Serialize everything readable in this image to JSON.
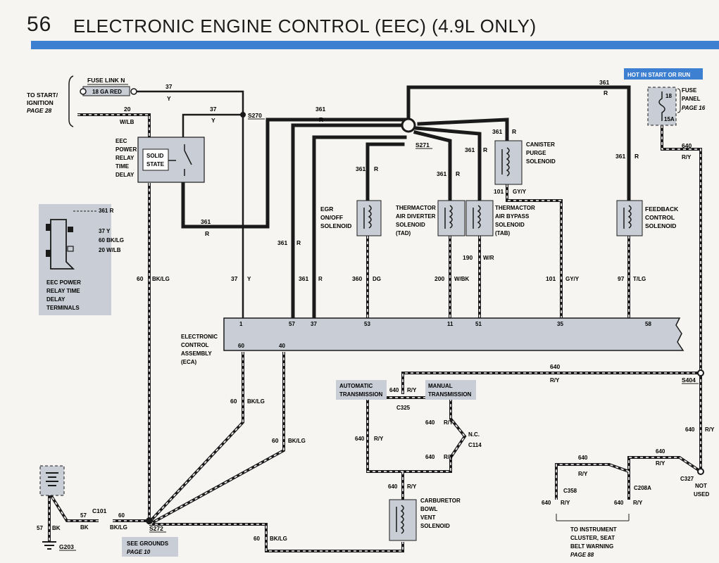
{
  "header": {
    "page_number": "56",
    "title": "ELECTRONIC ENGINE CONTROL (EEC) (4.9L ONLY)",
    "accent_color": "#3d7fd0"
  },
  "hot_badge": "HOT IN START OR RUN",
  "fuse_panel": {
    "fuse_a": "18",
    "fuse_b": "15A",
    "label": [
      "FUSE",
      "PANEL"
    ],
    "page": "PAGE 16"
  },
  "left_block": {
    "to_start": [
      "TO START/",
      "IGNITION",
      "PAGE 28"
    ],
    "fuse_link": "FUSE LINK N",
    "fuse_link_wire": "18 GA RED",
    "relay_label": [
      "EEC",
      "POWER",
      "RELAY",
      "TIME",
      "DELAY"
    ],
    "relay_state": [
      "SOLID",
      "STATE"
    ]
  },
  "terminals_box": {
    "pins": [
      "361 R",
      "37 Y",
      "60 BK/LG",
      "20 W/LB"
    ],
    "caption": [
      "EEC POWER",
      "RELAY TIME",
      "DELAY",
      "TERMINALS"
    ]
  },
  "wires": {
    "w37a": "37",
    "y_a": "Y",
    "w20": "20",
    "wlb": "W/LB",
    "w37b": "37",
    "y_b": "Y",
    "w361_top": "361",
    "r_top": "R",
    "w361_right": "361",
    "r_right": "R",
    "w361_relay": "361",
    "r_relay": "R",
    "w361_egr": "361",
    "r_egr": "R",
    "w361_tad": "361",
    "r_tad": "R",
    "w361_tab": "361",
    "r_tab": "R",
    "w361_can": "361",
    "r_can": "R",
    "w361_fb": "361",
    "r_fb": "R",
    "w361_l57": "361",
    "r_l57": "R",
    "w101": "101",
    "gyy": "GY/Y",
    "w190": "190",
    "wr": "W/R",
    "w640_fuse": "640",
    "ry_fuse": "R/Y"
  },
  "splices": {
    "s270": "S270",
    "s271": "S271",
    "s272": "S272",
    "s404": "S404"
  },
  "components": {
    "egr": [
      "EGR",
      "ON/OFF",
      "SOLENOID"
    ],
    "tad": [
      "THERMACTOR",
      "AIR DIVERTER",
      "SOLENOID",
      "(TAD)"
    ],
    "tab": [
      "THERMACTOR",
      "AIR BYPASS",
      "SOLENOID",
      "(TAB)"
    ],
    "canister": [
      "CANISTER",
      "PURGE",
      "SOLENOID"
    ],
    "feedback": [
      "FEEDBACK",
      "CONTROL",
      "SOLENOID"
    ],
    "carb": [
      "CARBURETOR",
      "BOWL",
      "VENT",
      "SOLENOID"
    ]
  },
  "eca_wires": [
    {
      "num": "60",
      "color": "BK/LG"
    },
    {
      "num": "37",
      "color": "Y"
    },
    {
      "num": "361",
      "color": "R"
    },
    {
      "num": "360",
      "color": "DG"
    },
    {
      "num": "200",
      "color": "W/BK"
    },
    {
      "num": "101",
      "color": "GY/Y"
    },
    {
      "num": "97",
      "color": "T/LG"
    }
  ],
  "eca": {
    "label": [
      "ELECTRONIC",
      "CONTROL",
      "ASSEMBLY",
      "(ECA)"
    ],
    "pins_top": [
      "1",
      "57",
      "37",
      "53",
      "11",
      "51",
      "35",
      "58"
    ],
    "pins_bottom": [
      "60",
      "40"
    ]
  },
  "lower": {
    "w640_bus": "640",
    "ry_bus": "R/Y",
    "auto_trans": [
      "AUTOMATIC",
      "TRANSMISSION"
    ],
    "manual_trans": [
      "MANUAL",
      "TRANSMISSION"
    ],
    "w640_c325": "640",
    "ry_c325": "R/Y",
    "c325": "C325",
    "w640_l": "640",
    "ry_l": "R/Y",
    "w640_r1": "640",
    "ry_r1": "R/Y",
    "w640_r2": "640",
    "ry_r2": "R/Y",
    "nc": "N.C.",
    "c114": "C114",
    "w640_carb": "640",
    "ry_carb": "R/Y",
    "w60_bk1": "60",
    "bklg_1": "BK/LG",
    "w60_bk2": "60",
    "bklg_2": "BK/LG",
    "w60_bot": "60",
    "bklg_bot": "BK/LG",
    "w57": "57",
    "bk_57": "BK",
    "w57b": "57",
    "bk_57b": "BK",
    "c101": "C101",
    "w60_c101": "60",
    "bklg_c101": "BK/LG",
    "g203": "G203",
    "see_grounds": [
      "SEE GROUNDS",
      "PAGE 10"
    ],
    "w640_right": "640",
    "ry_right": "R/Y",
    "w640_r3": "640",
    "ry_r3": "R/Y",
    "w640_r4": "640",
    "ry_r4": "R/Y",
    "c327": "C327",
    "not_used": [
      "NOT",
      "USED"
    ],
    "c358": "C358",
    "c208a": "C208A",
    "w640_c358": "640",
    "ry_c358": "R/Y",
    "w640_c208": "640",
    "ry_c208": "R/Y",
    "to_cluster": [
      "TO INSTRUMENT",
      "CLUSTER, SEAT",
      "BELT WARNING",
      "PAGE 88"
    ]
  }
}
